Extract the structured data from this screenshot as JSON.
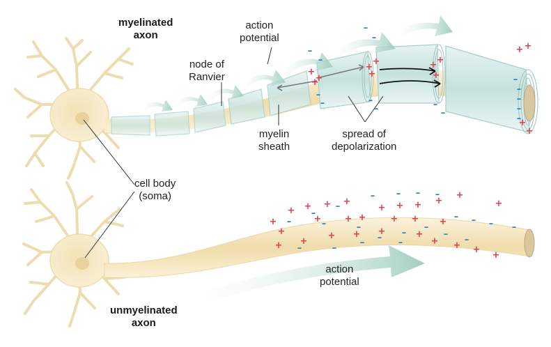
{
  "labels": {
    "myelinated_axon": [
      "myelinated",
      "axon"
    ],
    "action_potential_top": [
      "action",
      "potential"
    ],
    "node_of_ranvier": [
      "node of",
      "Ranvier"
    ],
    "myelin_sheath": [
      "myelin",
      "sheath"
    ],
    "spread_of_depolarization": [
      "spread of",
      "depolarization"
    ],
    "cell_body": [
      "cell body",
      "(soma)"
    ],
    "action_potential_bottom": [
      "action",
      "potential"
    ],
    "unmyelinated_axon": [
      "unmyelinated",
      "axon"
    ]
  },
  "signs": {
    "positive": "+",
    "negative": "–"
  },
  "colors": {
    "neuron": "#f6e9c6",
    "neuron_edge": "#e6d3a3",
    "myelin": "#cfe7e4",
    "myelin_edge": "#9fc7c3",
    "arrow": "#b9dccf",
    "positive": "#e0404a",
    "negative": "#2a82c4",
    "line": "#333333"
  }
}
